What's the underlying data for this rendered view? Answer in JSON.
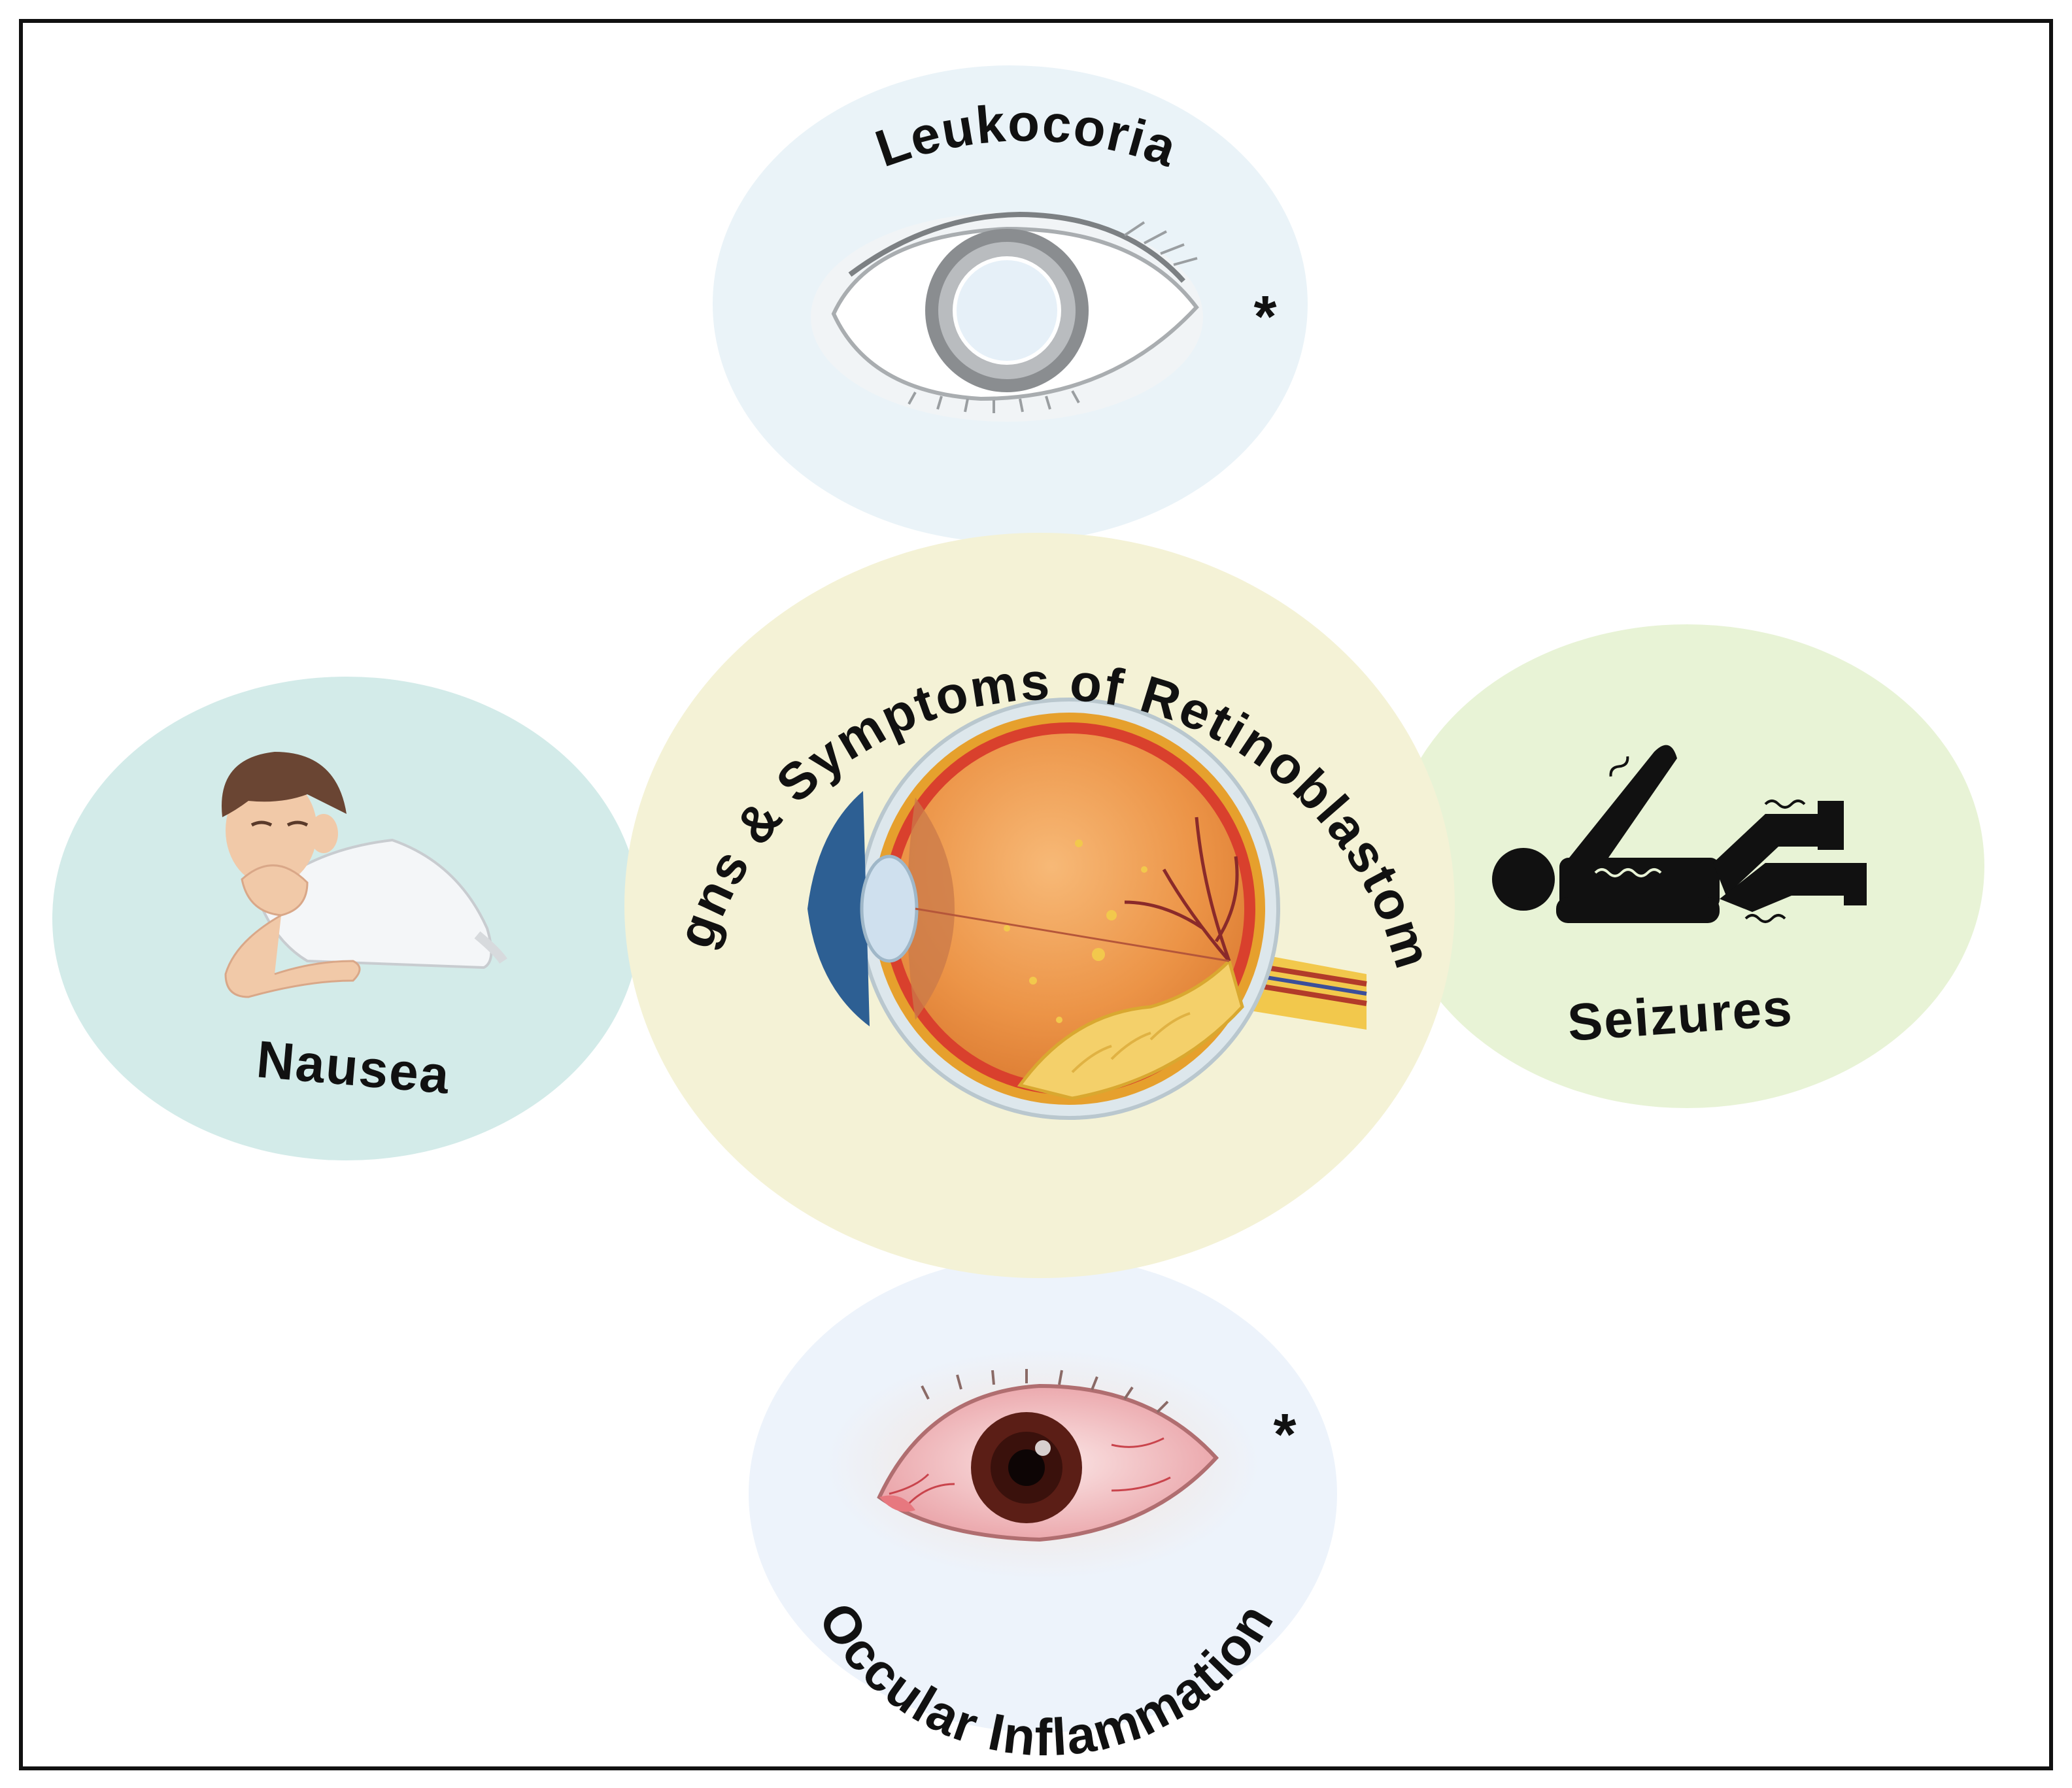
{
  "diagram": {
    "center": {
      "title": "Signs & Symptoms of Retinoblastoma",
      "icon": "eye-cross-section-icon"
    },
    "nodes": [
      {
        "id": "leukocoria",
        "label": "Leukocoria",
        "marker": "*",
        "icon": "white-pupil-eye-icon"
      },
      {
        "id": "nausea",
        "label": "Nausea",
        "icon": "nauseous-person-icon"
      },
      {
        "id": "seizures",
        "label": "Seizures",
        "icon": "seizing-person-icon"
      },
      {
        "id": "inflammation",
        "label": "Occular Inflammation",
        "marker": "*",
        "icon": "red-inflamed-eye-icon"
      }
    ]
  },
  "colors": {
    "border": "#111111",
    "center_fill": "#f4f2d6",
    "leukocoria_fill": "#eaf3f8",
    "nausea_fill": "#d3ebe9",
    "seizures_fill": "#e8f3d6",
    "inflammation_fill": "#edf3fb",
    "label_text": "#111111"
  }
}
